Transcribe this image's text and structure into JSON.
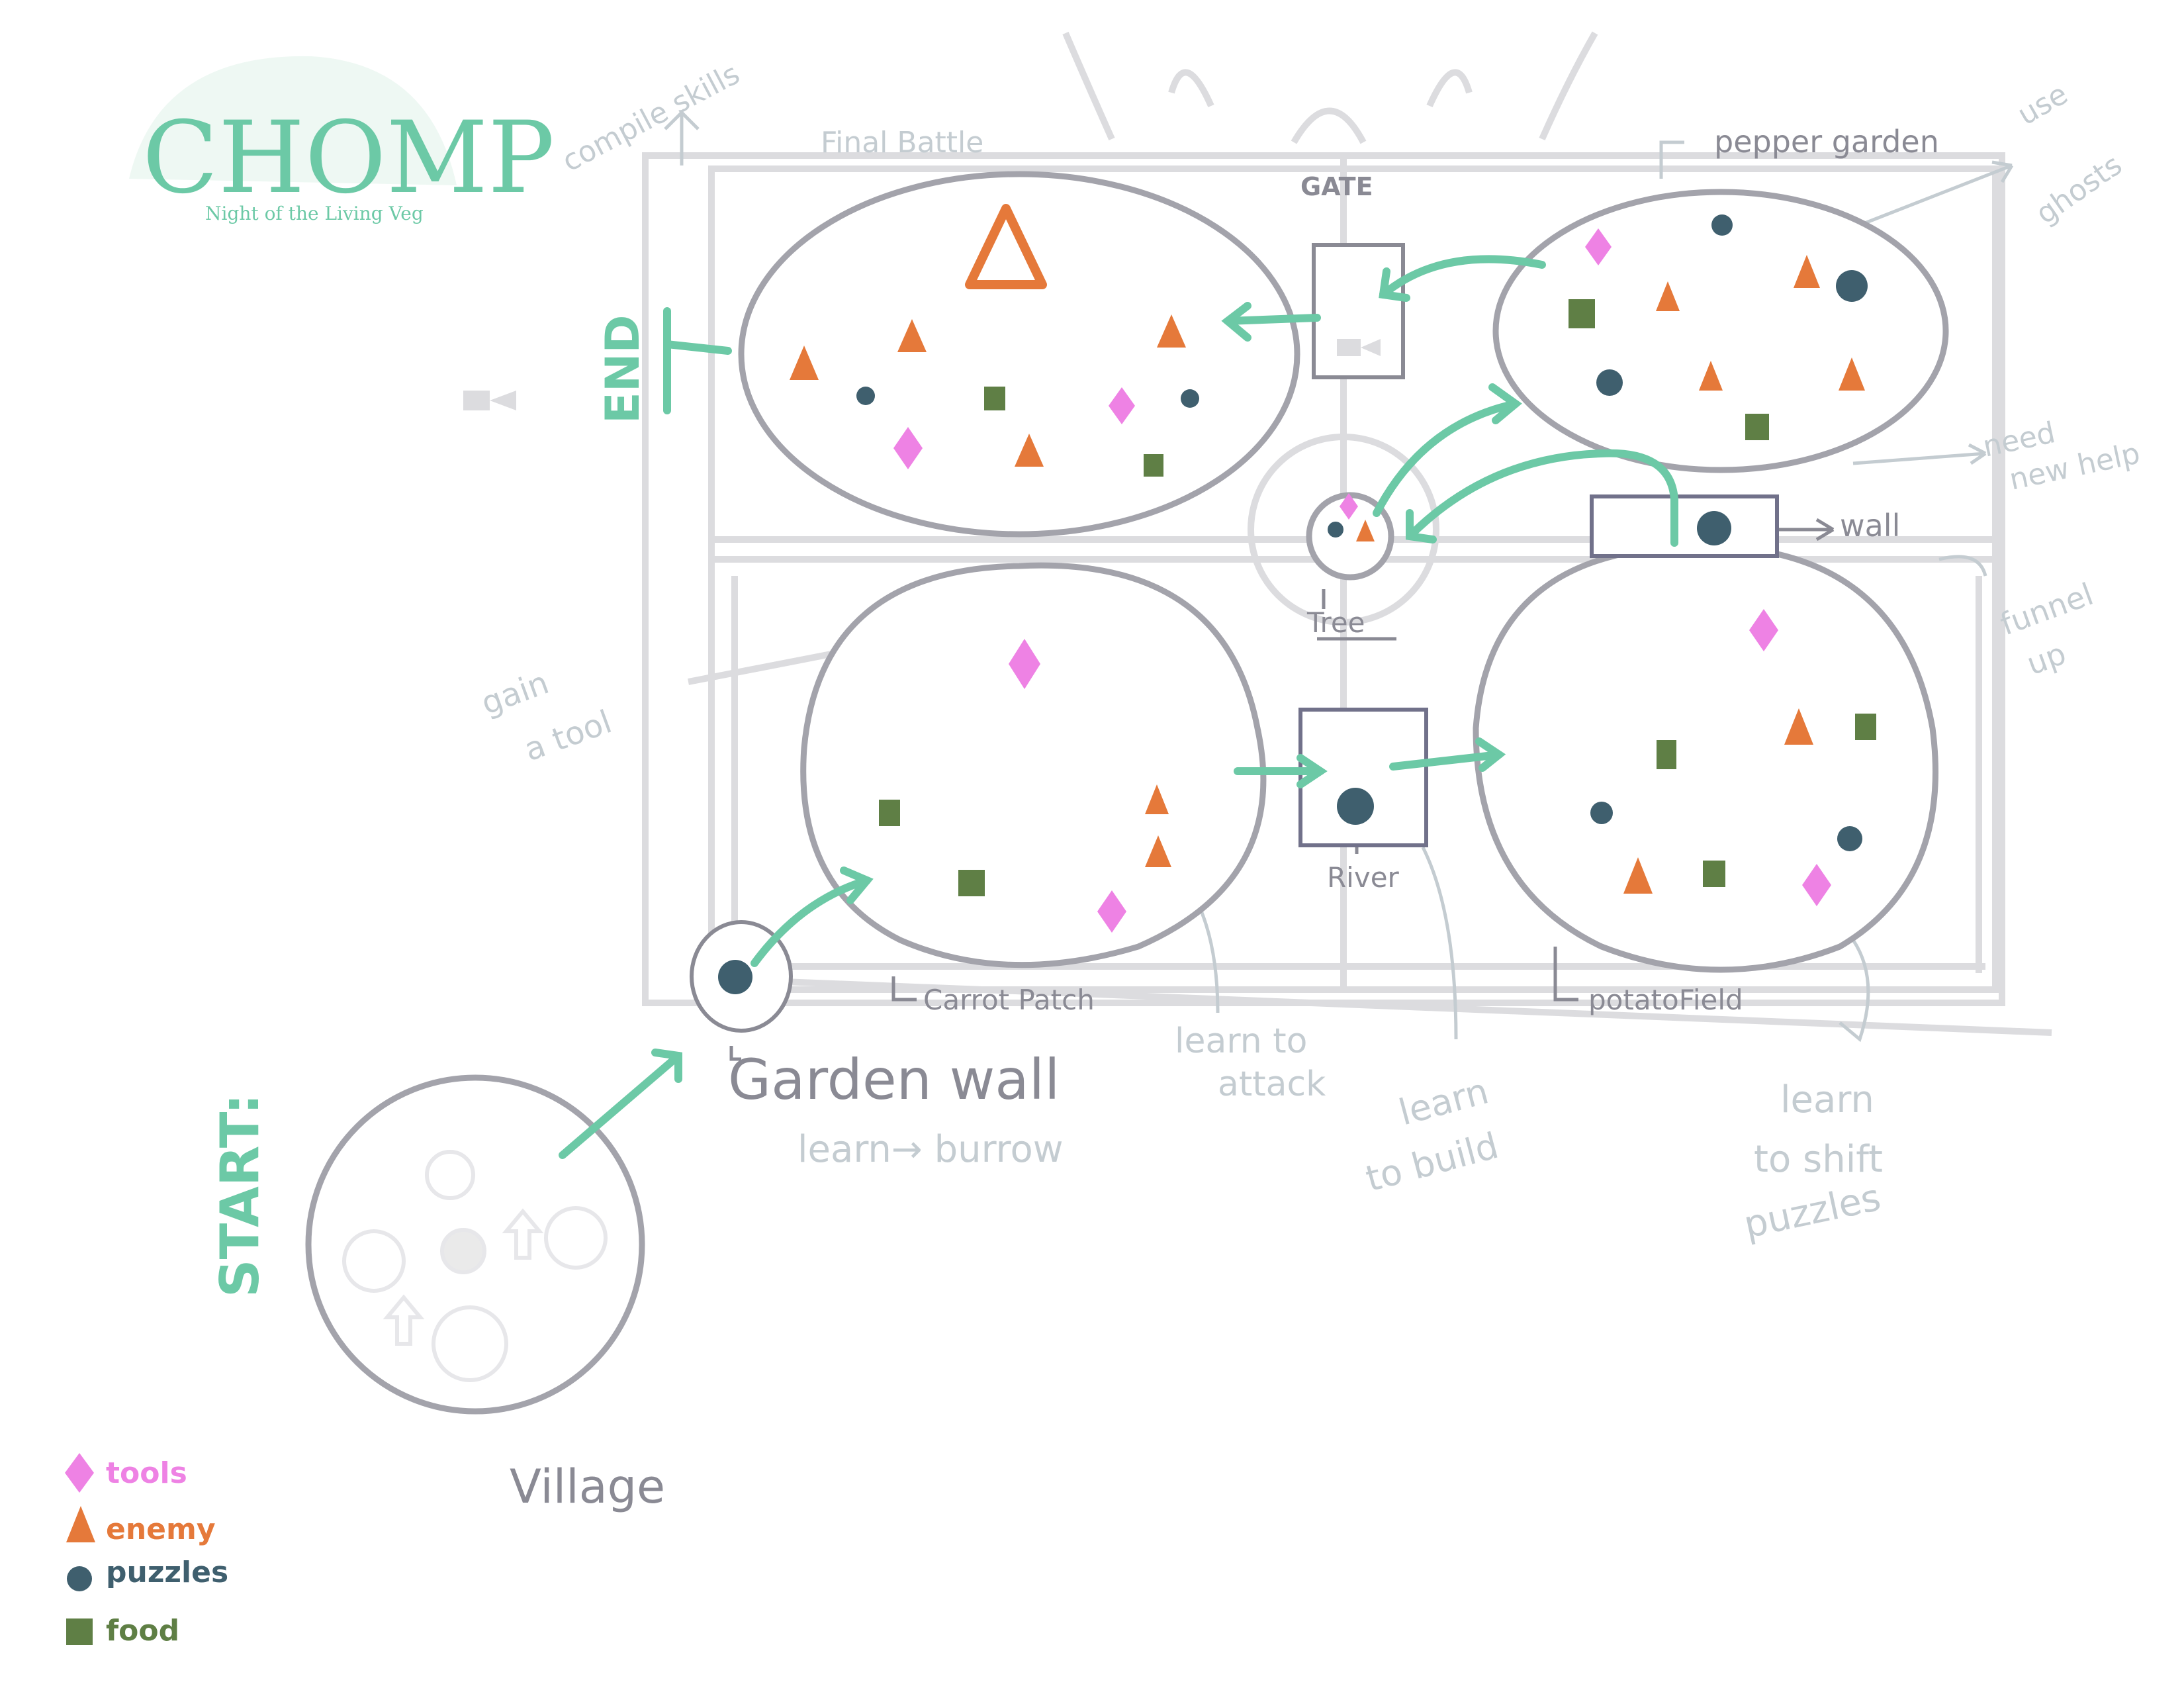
{
  "logo": {
    "title": "CHOMP",
    "subtitle": "Night of the Living Veg"
  },
  "annotations": {
    "compile_skills": "compile skills",
    "final_battle": "Final Battle",
    "gate": "GATE",
    "pepper_garden": "pepper garden",
    "use_ghosts_1": "use",
    "use_ghosts_2": "ghosts",
    "end": "END",
    "tree": "Tree",
    "wall": "wall",
    "need_new_help_1": "need",
    "need_new_help_2": "new help",
    "funnel_up_1": "funnel",
    "funnel_up_2": "up",
    "gain_a_tool_1": "gain",
    "gain_a_tool_2": "a tool",
    "river": "River",
    "carrot_patch": "Carrot Patch",
    "potato_field": "potatoField",
    "garden_wall": "Garden wall",
    "learn_burrow": "learn→ burrow",
    "learn_to_attack_1": "learn to",
    "learn_to_attack_2": "attack",
    "learn_to_build_1": "learn",
    "learn_to_build_2": "to build",
    "learn_shift_1": "learn",
    "learn_shift_2": "to shift",
    "learn_shift_3": "puzzles",
    "start": "START:",
    "village": "Village"
  },
  "legend": [
    {
      "label": "tools",
      "shape": "diamond",
      "color": "#ee82e4"
    },
    {
      "label": "enemy",
      "shape": "triangle",
      "color": "#e5793a"
    },
    {
      "label": "puzzles",
      "shape": "circle",
      "color": "#3f5f6e"
    },
    {
      "label": "food",
      "shape": "square",
      "color": "#5f7f45"
    }
  ],
  "colors": {
    "tools": "#ee82e4",
    "enemy": "#e5793a",
    "puzzles": "#3f5f6e",
    "food": "#5f7f45",
    "path_arrow": "#6cc9a6",
    "outline": "#a3a3ab"
  }
}
